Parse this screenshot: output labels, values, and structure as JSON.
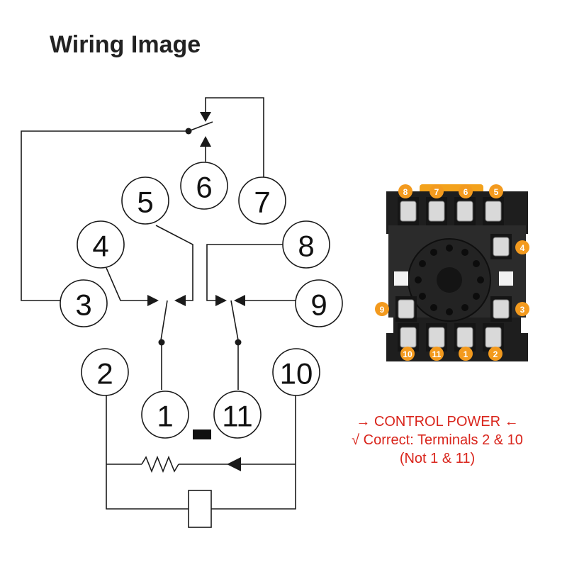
{
  "title": "Wiring Image",
  "diagram": {
    "terminals": [
      {
        "label": "1"
      },
      {
        "label": "2"
      },
      {
        "label": "3"
      },
      {
        "label": "4"
      },
      {
        "label": "5"
      },
      {
        "label": "6"
      },
      {
        "label": "7"
      },
      {
        "label": "8"
      },
      {
        "label": "9"
      },
      {
        "label": "10"
      },
      {
        "label": "11"
      }
    ]
  },
  "socket": {
    "badges": [
      "8",
      "7",
      "6",
      "5",
      "4",
      "9",
      "3",
      "10",
      "11",
      "1",
      "2"
    ],
    "colors": {
      "body": "#1e1e1e",
      "badge": "#f39a1e",
      "tab": "#f3a21c"
    }
  },
  "note": {
    "line1": "→ CONTROL POWER ←",
    "line2": "√ Correct: Terminals 2 & 10",
    "line3": "(Not 1 & 11)",
    "color": "#d9251c"
  }
}
